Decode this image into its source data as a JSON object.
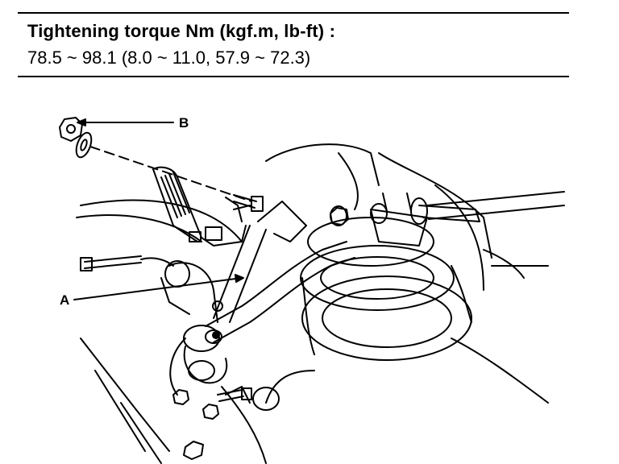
{
  "spec": {
    "title": "Tightening torque Nm (kgf.m, lb-ft) :",
    "value": "78.5 ~ 98.1 (8.0 ~ 11.0, 57.9 ~ 72.3)"
  },
  "callouts": {
    "a": "A",
    "b": "B"
  }
}
